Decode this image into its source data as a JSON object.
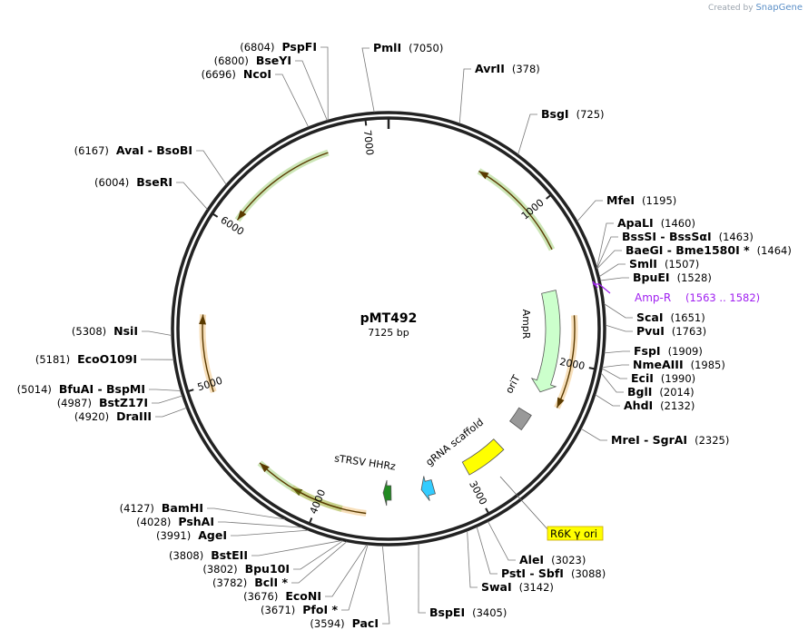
{
  "credit": {
    "prefix": "Created by",
    "brand": "SnapGene"
  },
  "plasmid": {
    "name": "pMT492",
    "length_label": "7125 bp",
    "length": 7125
  },
  "ticks": [
    {
      "pos": 1000,
      "label": "1000"
    },
    {
      "pos": 2000,
      "label": "2000"
    },
    {
      "pos": 3000,
      "label": "3000"
    },
    {
      "pos": 4000,
      "label": "4000"
    },
    {
      "pos": 5000,
      "label": "5000"
    },
    {
      "pos": 6000,
      "label": "6000"
    },
    {
      "pos": 7000,
      "label": "7000"
    }
  ],
  "features": [
    {
      "name": "ampr-arrow",
      "label": "AmpR",
      "shape": "arrow",
      "start": 1525,
      "end": 2230,
      "color": "#ccffcc"
    },
    {
      "name": "orit-box",
      "label": "oriT",
      "shape": "box",
      "start": 2400,
      "end": 2520,
      "color": "#999999"
    },
    {
      "name": "r6k-box",
      "label": "",
      "shape": "box",
      "start": 2700,
      "end": 2990,
      "color": "#ffff00"
    },
    {
      "name": "grna-arrow",
      "label": "gRNA scaffold",
      "shape": "arrow",
      "start": 3250,
      "end": 3335,
      "color": "#33ccff"
    },
    {
      "name": "strsv-arrow",
      "label": "sTRSV HHRz",
      "shape": "arrow",
      "start": 3545,
      "end": 3600,
      "color": "#228b22"
    }
  ],
  "orf_arcs": [
    {
      "start": 1700,
      "end": 2280,
      "color": "#e8a23a"
    },
    {
      "start": 3700,
      "end": 4180,
      "color": "#e8a23a"
    },
    {
      "start": 4950,
      "end": 5430,
      "color": "#e8a23a"
    },
    {
      "start": 590,
      "end": 1270,
      "color": "#6cb831"
    },
    {
      "start": 3850,
      "end": 4430,
      "color": "#6cb831"
    },
    {
      "start": 6050,
      "end": 6750,
      "color": "#6cb831"
    }
  ],
  "primer": {
    "label": "Amp-R",
    "range": "(1563 .. 1582)",
    "color": "#a020f0",
    "pos": 1572
  },
  "r6k_label": {
    "text": "R6K γ ori",
    "color": "#ffff00"
  },
  "sites": [
    {
      "name": "PmlI",
      "pos": "(7050)",
      "side": "right"
    },
    {
      "name": "AvrII",
      "pos": "(378)",
      "side": "right"
    },
    {
      "name": "BsgI",
      "pos": "(725)",
      "side": "right"
    },
    {
      "name": "MfeI",
      "pos": "(1195)",
      "side": "right"
    },
    {
      "name": "ApaLI",
      "pos": "(1460)",
      "side": "right"
    },
    {
      "name": "BssSI  -  BssSαI",
      "pos": "(1463)",
      "side": "right"
    },
    {
      "name": "BaeGI  -  Bme1580I *",
      "pos": "(1464)",
      "side": "right"
    },
    {
      "name": "SmlI",
      "pos": "(1507)",
      "side": "right"
    },
    {
      "name": "BpuEI",
      "pos": "(1528)",
      "side": "right"
    },
    {
      "name": "ScaI",
      "pos": "(1651)",
      "side": "right"
    },
    {
      "name": "PvuI",
      "pos": "(1763)",
      "side": "right"
    },
    {
      "name": "FspI",
      "pos": "(1909)",
      "side": "right"
    },
    {
      "name": "NmeAIII",
      "pos": "(1985)",
      "side": "right"
    },
    {
      "name": "EciI",
      "pos": "(1990)",
      "side": "right"
    },
    {
      "name": "BglI",
      "pos": "(2014)",
      "side": "right"
    },
    {
      "name": "AhdI",
      "pos": "(2132)",
      "side": "right"
    },
    {
      "name": "MreI  -  SgrAI",
      "pos": "(2325)",
      "side": "right"
    },
    {
      "name": "AleI",
      "pos": "(3023)",
      "side": "right"
    },
    {
      "name": "PstI  -  SbfI",
      "pos": "(3088)",
      "side": "right"
    },
    {
      "name": "SwaI",
      "pos": "(3142)",
      "side": "right"
    },
    {
      "name": "BspEI",
      "pos": "(3405)",
      "side": "right"
    },
    {
      "name": "PacI",
      "pos": "(3594)",
      "side": "left"
    },
    {
      "name": "PfoI *",
      "pos": "(3671)",
      "side": "left"
    },
    {
      "name": "EcoNI",
      "pos": "(3676)",
      "side": "left"
    },
    {
      "name": "BclI *",
      "pos": "(3782)",
      "side": "left"
    },
    {
      "name": "Bpu10I",
      "pos": "(3802)",
      "side": "left"
    },
    {
      "name": "BstEII",
      "pos": "(3808)",
      "side": "left"
    },
    {
      "name": "AgeI",
      "pos": "(3991)",
      "side": "left"
    },
    {
      "name": "PshAI",
      "pos": "(4028)",
      "side": "left"
    },
    {
      "name": "BamHI",
      "pos": "(4127)",
      "side": "left"
    },
    {
      "name": "DraIII",
      "pos": "(4920)",
      "side": "left"
    },
    {
      "name": "BstZ17I",
      "pos": "(4987)",
      "side": "left"
    },
    {
      "name": "BfuAI  -  BspMI",
      "pos": "(5014)",
      "side": "left"
    },
    {
      "name": "EcoO109I",
      "pos": "(5181)",
      "side": "left"
    },
    {
      "name": "NsiI",
      "pos": "(5308)",
      "side": "left"
    },
    {
      "name": "BseRI",
      "pos": "(6004)",
      "side": "left"
    },
    {
      "name": "AvaI  -  BsoBI",
      "pos": "(6167)",
      "side": "left"
    },
    {
      "name": "NcoI",
      "pos": "(6696)",
      "side": "left"
    },
    {
      "name": "BseYI",
      "pos": "(6800)",
      "side": "left"
    },
    {
      "name": "PspFI",
      "pos": "(6804)",
      "side": "left"
    }
  ]
}
